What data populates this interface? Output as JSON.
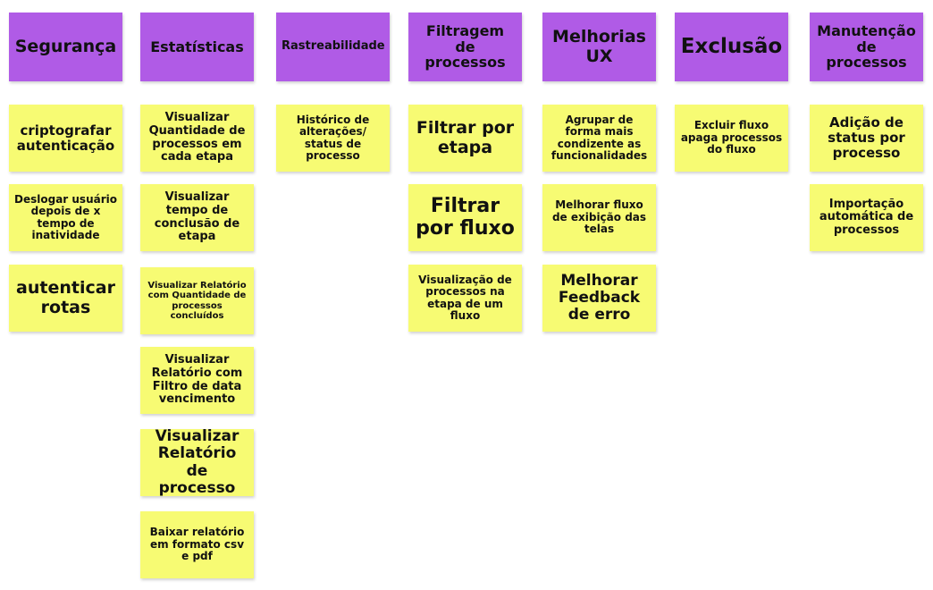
{
  "columns": [
    {
      "header": "Segurança",
      "notes": [
        "criptografar autenticação",
        "Deslogar usuário depois de x tempo de inatividade",
        "autenticar rotas"
      ]
    },
    {
      "header": "Estatísticas",
      "notes": [
        "Visualizar Quantidade de processos em cada etapa",
        "Visualizar tempo de conclusão de etapa",
        "Visualizar Relatório com Quantidade de processos concluídos",
        "Visualizar Relatório com Filtro de data vencimento",
        "Visualizar Relatório de processo",
        "Baixar relatório em formato csv e pdf"
      ]
    },
    {
      "header": "Rastreabilidade",
      "notes": [
        "Histórico de alterações/ status de processo"
      ]
    },
    {
      "header": "Filtragem de processos",
      "notes": [
        "Filtrar por etapa",
        "Filtrar por fluxo",
        "Visualização de processos na etapa de um fluxo"
      ]
    },
    {
      "header": "Melhorias UX",
      "notes": [
        "Agrupar de forma mais condizente as funcionalidades",
        "Melhorar fluxo de exibição das telas",
        "Melhorar Feedback de erro"
      ]
    },
    {
      "header": "Exclusão",
      "notes": [
        "Excluir fluxo apaga processos do fluxo"
      ]
    },
    {
      "header": "Manutenção de processos",
      "notes": [
        "Adição de status por processo",
        "Importação automática de processos"
      ]
    }
  ],
  "colors": {
    "header": "#b05be6",
    "sticky": "#f7fb73",
    "background": "#ffffff"
  }
}
